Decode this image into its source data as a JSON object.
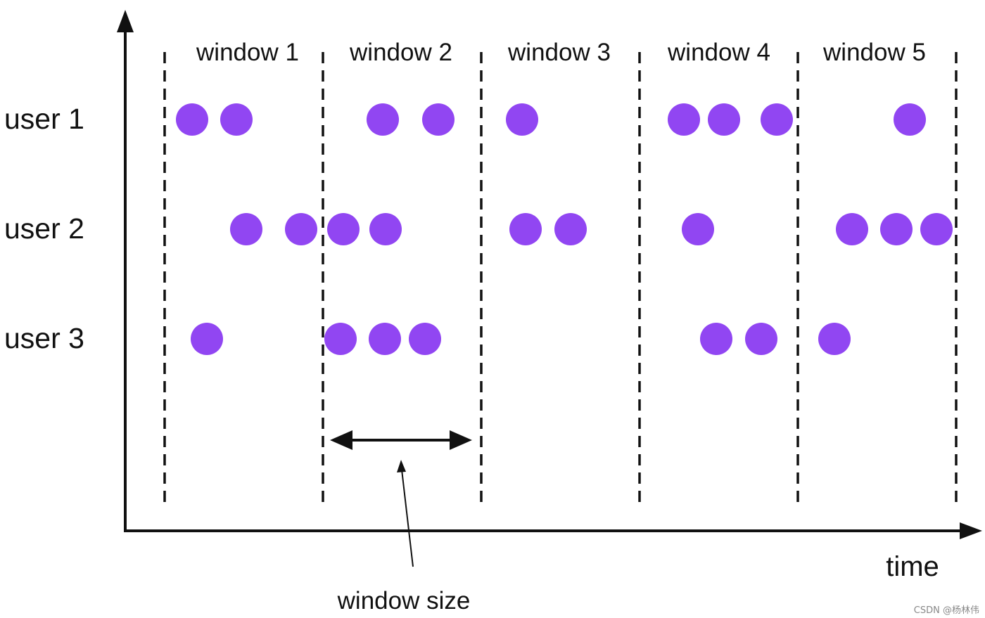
{
  "diagram": {
    "time_label": "time",
    "window_size_label": "window size",
    "watermark": "CSDN @杨林伟",
    "windows": [
      "window 1",
      "window 2",
      "window 3",
      "window 4",
      "window 5"
    ],
    "users": [
      "user 1",
      "user 2",
      "user 3"
    ],
    "event_color": "#9146F2",
    "line_color": "#111111"
  }
}
